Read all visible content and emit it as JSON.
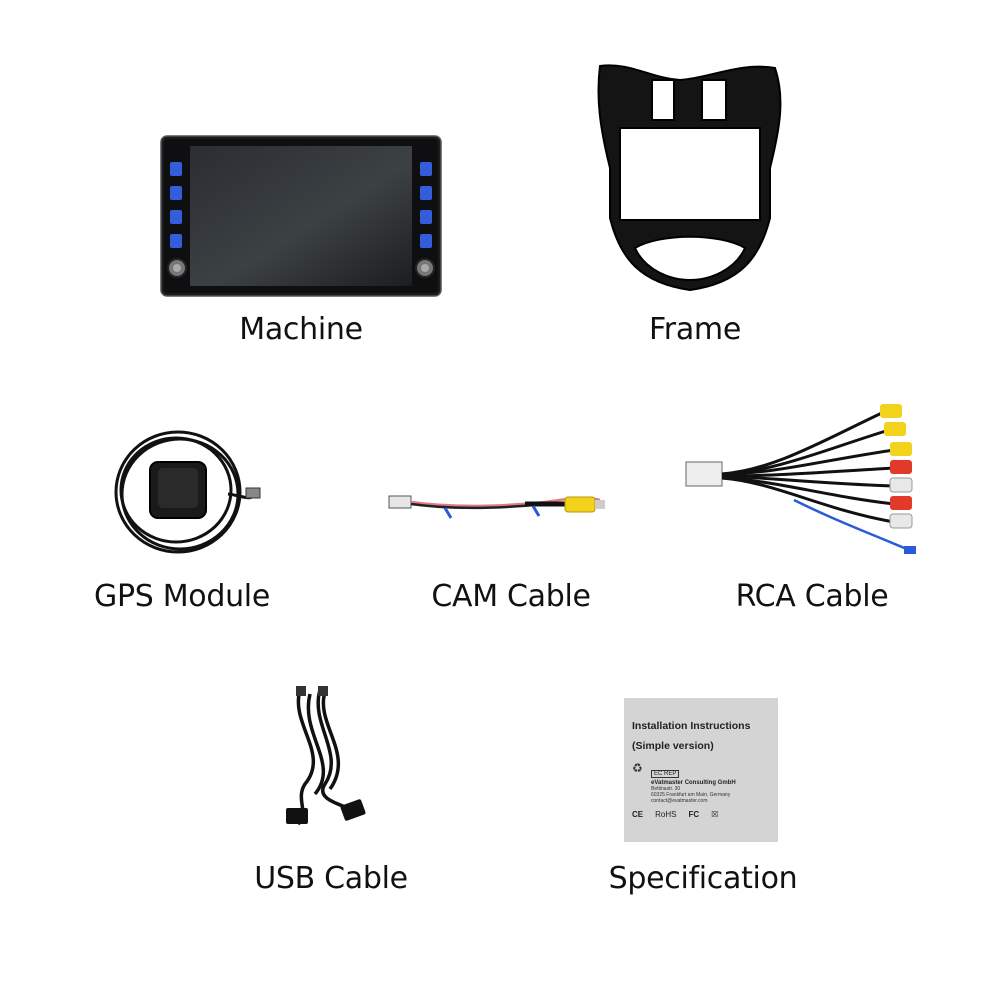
{
  "items": {
    "machine": {
      "label": "Machine"
    },
    "frame": {
      "label": "Frame"
    },
    "gps": {
      "label": "GPS Module"
    },
    "cam": {
      "label": "CAM Cable"
    },
    "rca": {
      "label": "RCA Cable"
    },
    "usb": {
      "label": "USB Cable"
    },
    "spec": {
      "label": "Specification",
      "card": {
        "title": "Installation Instructions",
        "subtitle": "(Simple version)",
        "ec_rep": "EC REP",
        "company": "eVatmaster Consulting GmbH",
        "street": "Bettinastr. 30",
        "city": "60325 Frankfurt am Main, Germany",
        "email": "contact@evatmaster.com",
        "marks": [
          "CE",
          "RoHS",
          "FC",
          "☒"
        ]
      }
    }
  },
  "colors": {
    "background": "#ffffff",
    "button_glow": "#3a6bff",
    "rca_yellow": "#f2d21a",
    "rca_red": "#e23a2a",
    "rca_white": "#e8e8e8",
    "card_bg": "#d4d4d4"
  }
}
